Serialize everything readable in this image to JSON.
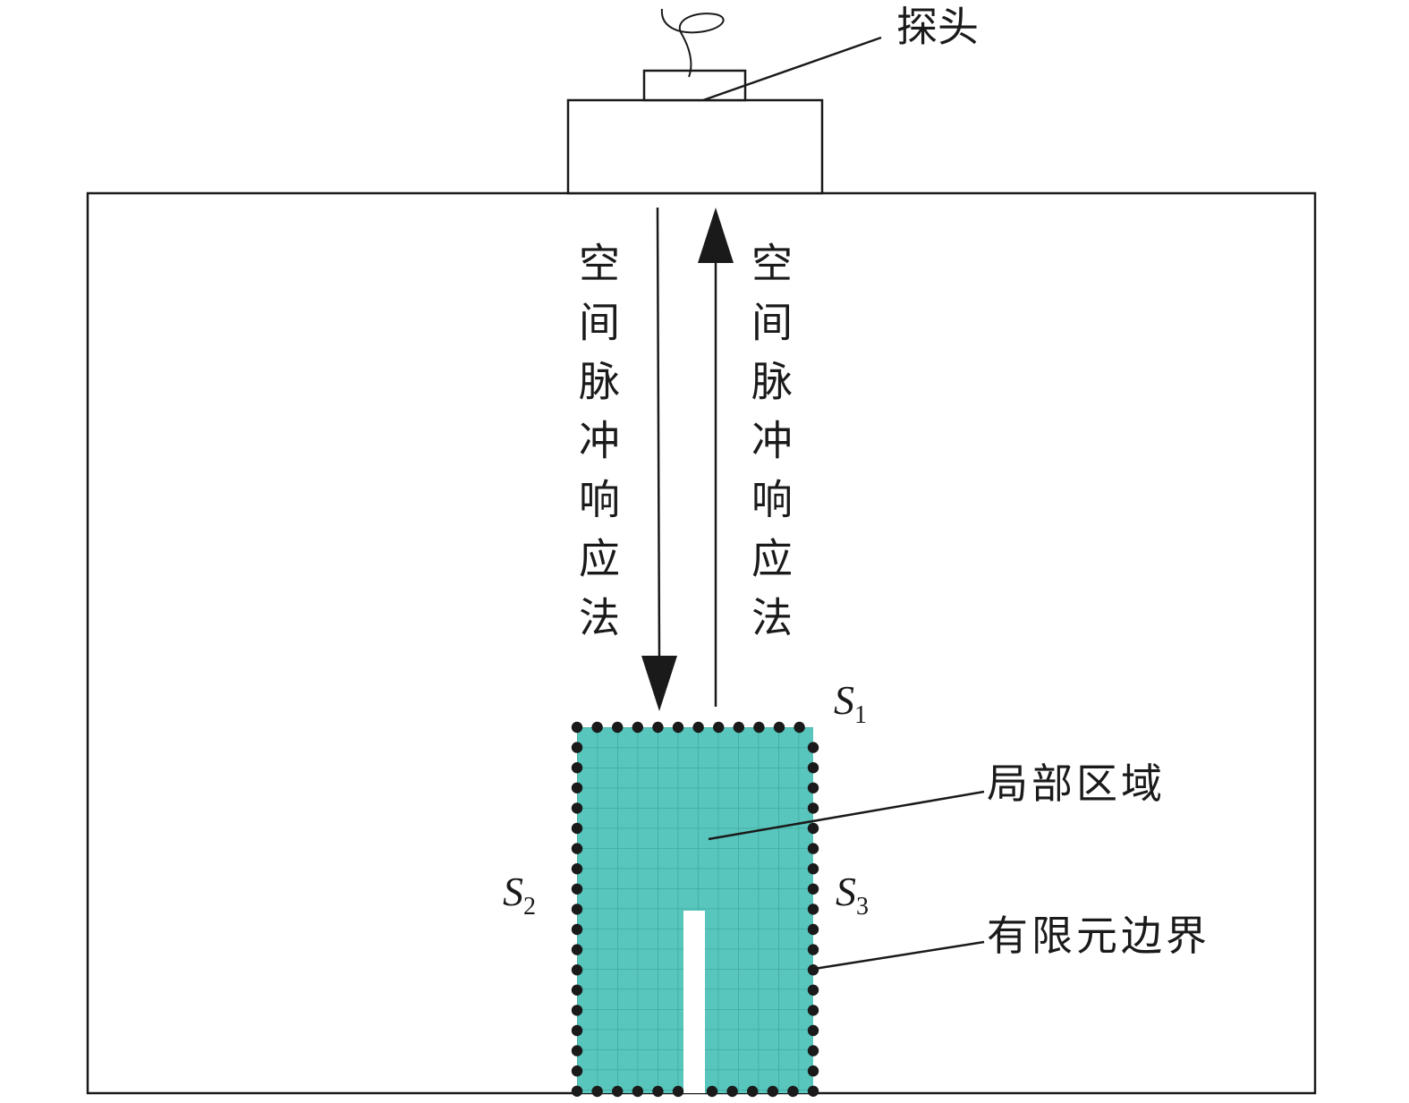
{
  "labels": {
    "probe": "探头",
    "down_method": "空间脉冲响应法",
    "up_method": "空间脉冲响应法",
    "local_region": "局部区域",
    "fe_boundary": "有限元边界"
  },
  "boundaries": {
    "s1": {
      "letter": "S",
      "sub": "1"
    },
    "s2": {
      "letter": "S",
      "sub": "2"
    },
    "s3": {
      "letter": "S",
      "sub": "3"
    }
  },
  "colors": {
    "region_fill": "#58c6bc",
    "grid_line": "#3a9e96",
    "crack": "#ffffff",
    "outline": "#1a1a1a",
    "node": "#1a1a1a"
  }
}
